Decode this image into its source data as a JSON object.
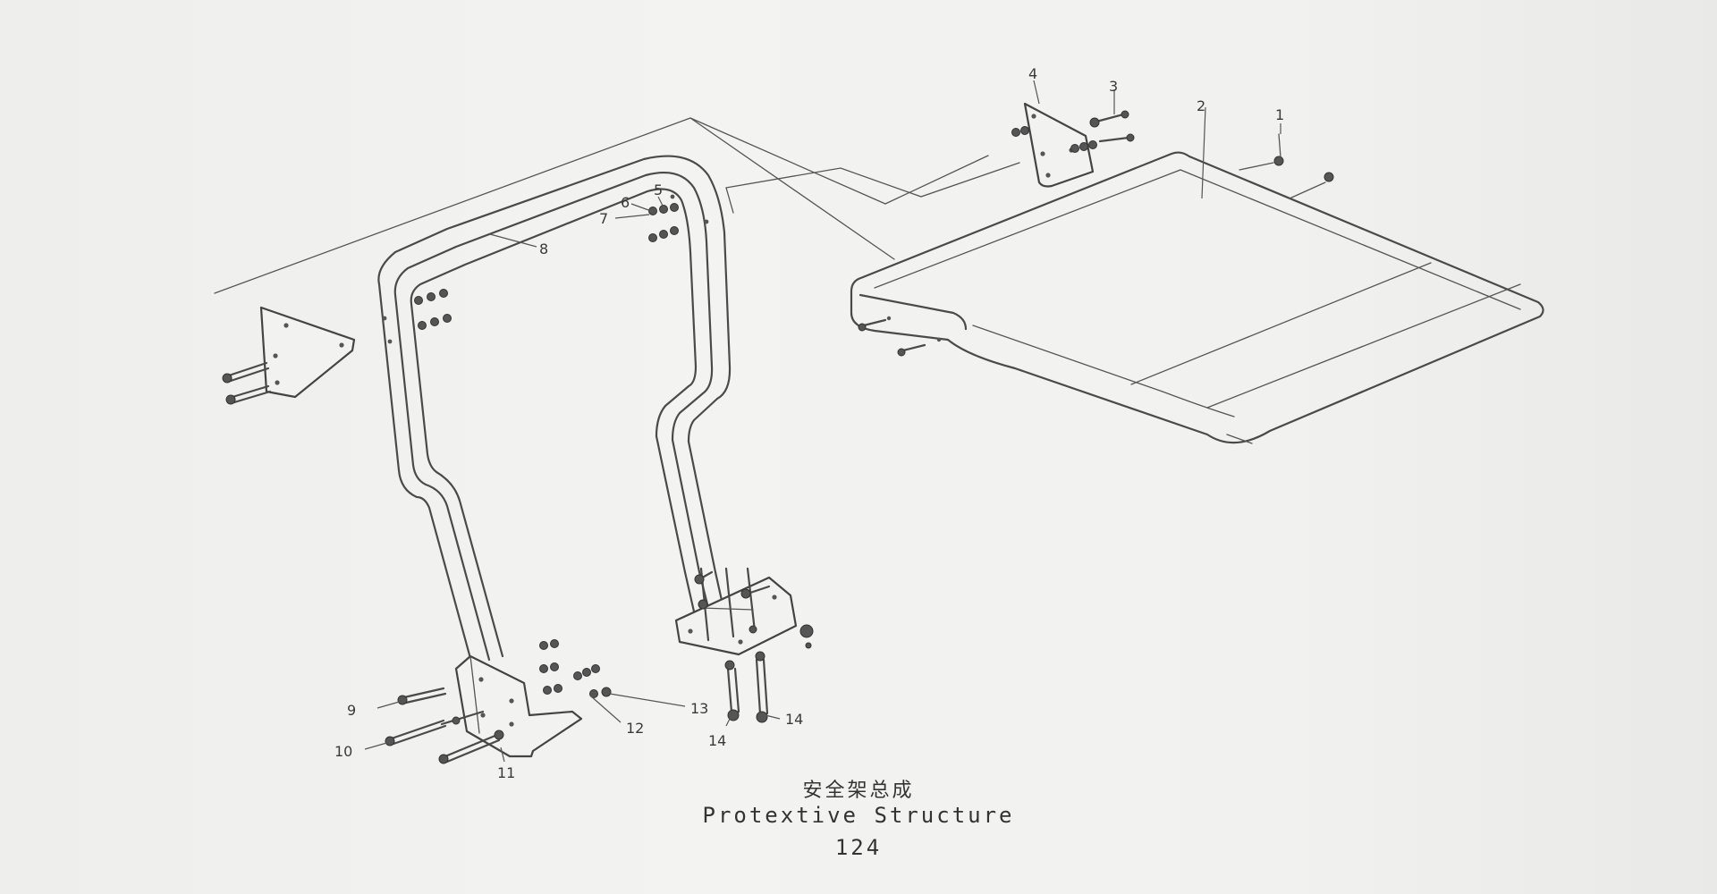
{
  "caption": {
    "title_cn": "安全架总成",
    "title_en": "Protextive Structure",
    "page_number": "124"
  },
  "callouts": [
    "1",
    "2",
    "3",
    "4",
    "5",
    "6",
    "7",
    "8",
    "9",
    "10",
    "11",
    "12",
    "13",
    "14",
    "14"
  ]
}
